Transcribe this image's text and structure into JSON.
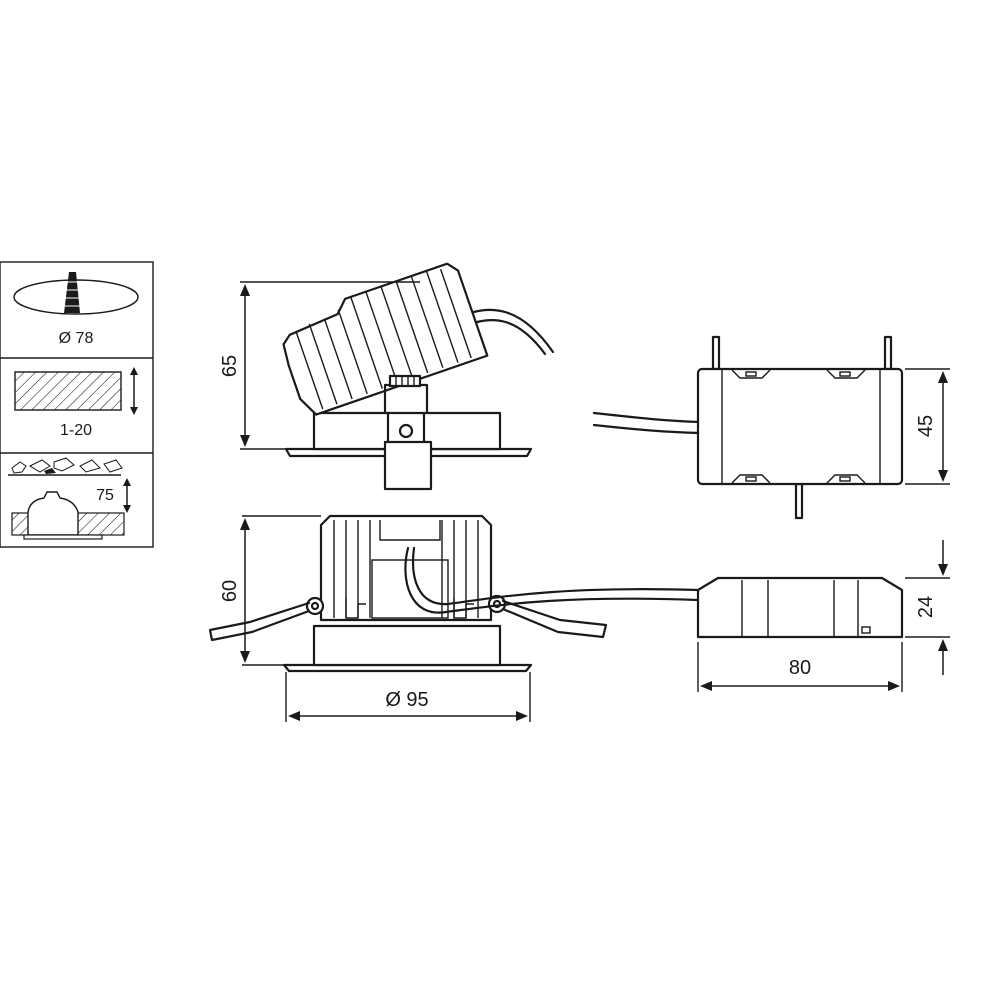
{
  "legend": {
    "cutout_label": "Ø 78",
    "ceiling_label": "1-20",
    "recess_label": "75"
  },
  "dimensions": {
    "tilted_height": "65",
    "front_height": "60",
    "diameter": "Ø 95",
    "driver_height": "45",
    "driver_side_height": "24",
    "driver_length": "80"
  },
  "colors": {
    "line": "#1a1a1a",
    "background": "#ffffff"
  }
}
